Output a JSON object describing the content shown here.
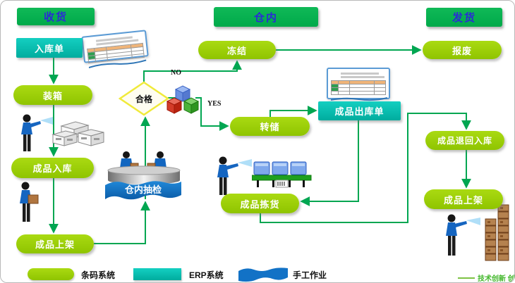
{
  "headers": {
    "receiving": "收货",
    "warehouse": "仓内",
    "shipping": "发货"
  },
  "nodes": {
    "inbound_order": "入库单",
    "packing": "装箱",
    "product_inbound": "成品入库",
    "product_shelving_left": "成品上架",
    "warehouse_sampling": "仓内抽检",
    "qualified": "合格",
    "freeze": "冻结",
    "scrap": "报废",
    "transfer": "转储",
    "outbound_order": "成品出库单",
    "product_picking": "成品拣货",
    "product_return": "成品退回入库",
    "product_shelving_right": "成品上架"
  },
  "branch_labels": {
    "no": "NO",
    "yes": "YES"
  },
  "legend": [
    {
      "shape": "pill",
      "label": "条码系统"
    },
    {
      "shape": "rect",
      "label": "ERP系统"
    },
    {
      "shape": "ribbon",
      "label": "手工作业"
    }
  ],
  "watermark": "技术创新 创新",
  "colors": {
    "header_green": "#00A94A",
    "header_text_blue": "#2B2BD6",
    "barcode_pill_green": "#9ACC00",
    "erp_teal": "#00BFB2",
    "manual_ribbon_blue": "#1272C6",
    "arrow_green": "#00A651",
    "diamond_border_yellow": "#F0EA3A"
  }
}
